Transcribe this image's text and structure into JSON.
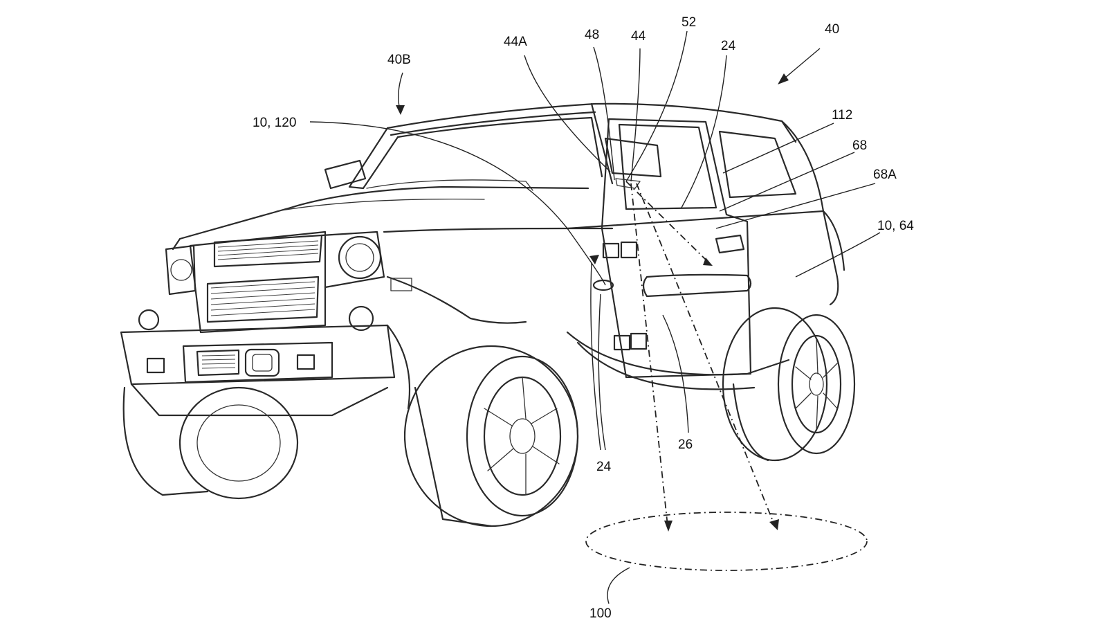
{
  "figure": {
    "labels": {
      "l40": "40",
      "l40b": "40B",
      "l10_120": "10, 120",
      "l44a": "44A",
      "l48": "48",
      "l44": "44",
      "l52": "52",
      "l24_top": "24",
      "l112": "112",
      "l68": "68",
      "l68a": "68A",
      "l10_64": "10, 64",
      "l24_bottom": "24",
      "l26": "26",
      "l100": "100"
    }
  }
}
